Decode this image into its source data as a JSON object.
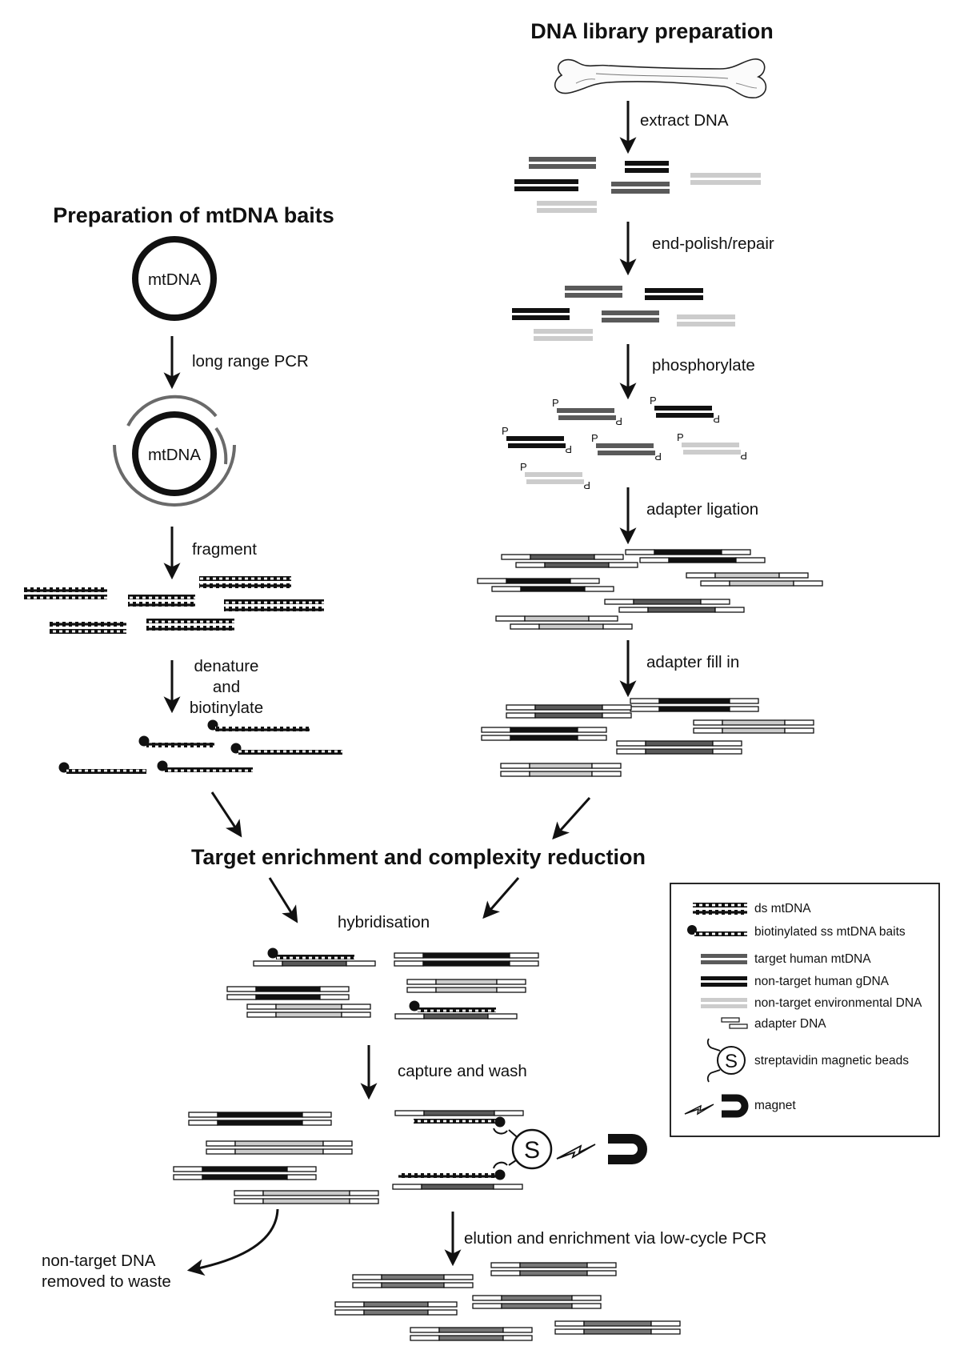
{
  "titles": {
    "library": "DNA library preparation",
    "baits": "Preparation of mtDNA baits",
    "enrichment": "Target enrichment and complexity reduction"
  },
  "circle_label": "mtDNA",
  "steps": {
    "extract": "extract DNA",
    "polish": "end-polish/repair",
    "phosphorylate": "phosphorylate",
    "ligation": "adapter ligation",
    "fill_in": "adapter fill in",
    "pcr": "long range PCR",
    "fragment": "fragment",
    "denature_1": "denature",
    "denature_2": "and",
    "denature_3": "biotinylate",
    "hybridisation": "hybridisation",
    "capture": "capture and wash",
    "elution": "elution and enrichment via low-cycle PCR",
    "waste_1": "non-target DNA",
    "waste_2": "removed to waste"
  },
  "phosphate_label": "P",
  "bead_label": "S",
  "legend": {
    "items": [
      "ds mtDNA",
      "biotinylated ss mtDNA baits",
      "target human mtDNA",
      "non-target human gDNA",
      "non-target environmental DNA",
      "adapter DNA",
      "streptavidin magnetic beads",
      "magnet"
    ]
  },
  "colors": {
    "target_mtdna": "#5a5a5a",
    "human_gdna": "#111111",
    "environmental_dna": "#cccccc",
    "pcr_product": "#777777",
    "outline": "#111111"
  }
}
